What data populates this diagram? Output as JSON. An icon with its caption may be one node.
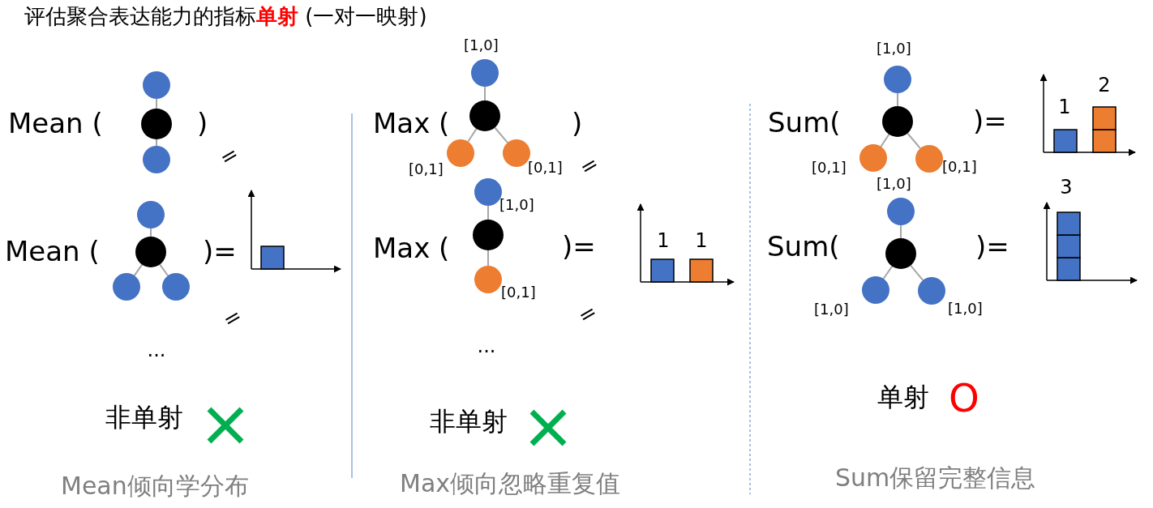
{
  "diagram": {
    "title": "评估聚合表达能力的指标**单射** (一对一映射)",
    "nodes": [
      {
        "text": [],
        "shape": "circle"
      },
      {
        "text": [],
        "shape": "circle"
      },
      {
        "text": [],
        "shape": "circle"
      },
      {
        "text": [],
        "shape": "circle"
      },
      {
        "text": [],
        "shape": "circle"
      },
      {
        "text": [],
        "shape": "circle"
      },
      {
        "text": [],
        "shape": "circle"
      },
      {
        "text": [],
        "shape": "circle",
        "beside": [
          "[1,0]"
        ]
      },
      {
        "text": [],
        "shape": "circle"
      },
      {
        "text": [],
        "shape": "circle",
        "beside": [
          "[0,1]"
        ]
      },
      {
        "text": [],
        "shape": "circle",
        "beside": [
          "[0,1]"
        ]
      },
      {
        "text": [],
        "shape": "circle",
        "beside": [
          "[1,0]"
        ]
      },
      {
        "text": [],
        "shape": "circle"
      },
      {
        "text": [],
        "shape": "circle",
        "beside": [
          "[0,1]"
        ]
      },
      {
        "text": [],
        "shape": "circle",
        "beside": [
          "[1,0]"
        ]
      },
      {
        "text": [],
        "shape": "circle"
      },
      {
        "text": [],
        "shape": "circle",
        "beside": [
          "[0,1]"
        ]
      },
      {
        "text": [],
        "shape": "circle",
        "beside": [
          "[0,1]"
        ]
      },
      {
        "text": [],
        "shape": "circle",
        "beside": [
          "[1,0]"
        ]
      },
      {
        "text": [],
        "shape": "circle"
      },
      {
        "text": [],
        "shape": "circle",
        "beside": [
          "[1,0]"
        ]
      },
      {
        "text": [],
        "shape": "circle",
        "beside": [
          "[1,0]"
        ]
      }
    ],
    "edges": [
      {
        "from": 1,
        "to": 0,
        "arrow": "none"
      },
      {
        "from": 1,
        "to": 2,
        "arrow": "none"
      },
      {
        "from": 4,
        "to": 3,
        "arrow": "none"
      },
      {
        "from": 4,
        "to": 5,
        "arrow": "none"
      },
      {
        "from": 4,
        "to": 6,
        "arrow": "none"
      },
      {
        "from": 8,
        "to": 7,
        "arrow": "none"
      },
      {
        "from": 8,
        "to": 9,
        "arrow": "none"
      },
      {
        "from": 8,
        "to": 10,
        "arrow": "none"
      },
      {
        "from": 12,
        "to": 11,
        "arrow": "none"
      },
      {
        "from": 12,
        "to": 13,
        "arrow": "none"
      },
      {
        "from": 15,
        "to": 14,
        "arrow": "none"
      },
      {
        "from": 15,
        "to": 16,
        "arrow": "none"
      },
      {
        "from": 15,
        "to": 17,
        "arrow": "none"
      },
      {
        "from": 19,
        "to": 18,
        "arrow": "none"
      },
      {
        "from": 19,
        "to": 20,
        "arrow": "none"
      },
      {
        "from": 19,
        "to": 21,
        "arrow": "none"
      }
    ],
    "labels": [
      "Mean (",
      ")",
      "=",
      "Mean (",
      ")=",
      "=",
      "...",
      "非单射",
      "Mean倾向学分布",
      "Max (",
      ")",
      "=",
      "Max (",
      ")=",
      "1",
      "1",
      "=",
      "...",
      "非单射",
      "Max倾向忽略重复值",
      "Sum(",
      ")=",
      "1",
      "2",
      "Sum(",
      ")=",
      "3",
      "单射",
      "O",
      "Sum保留完整信息"
    ]
  }
}
